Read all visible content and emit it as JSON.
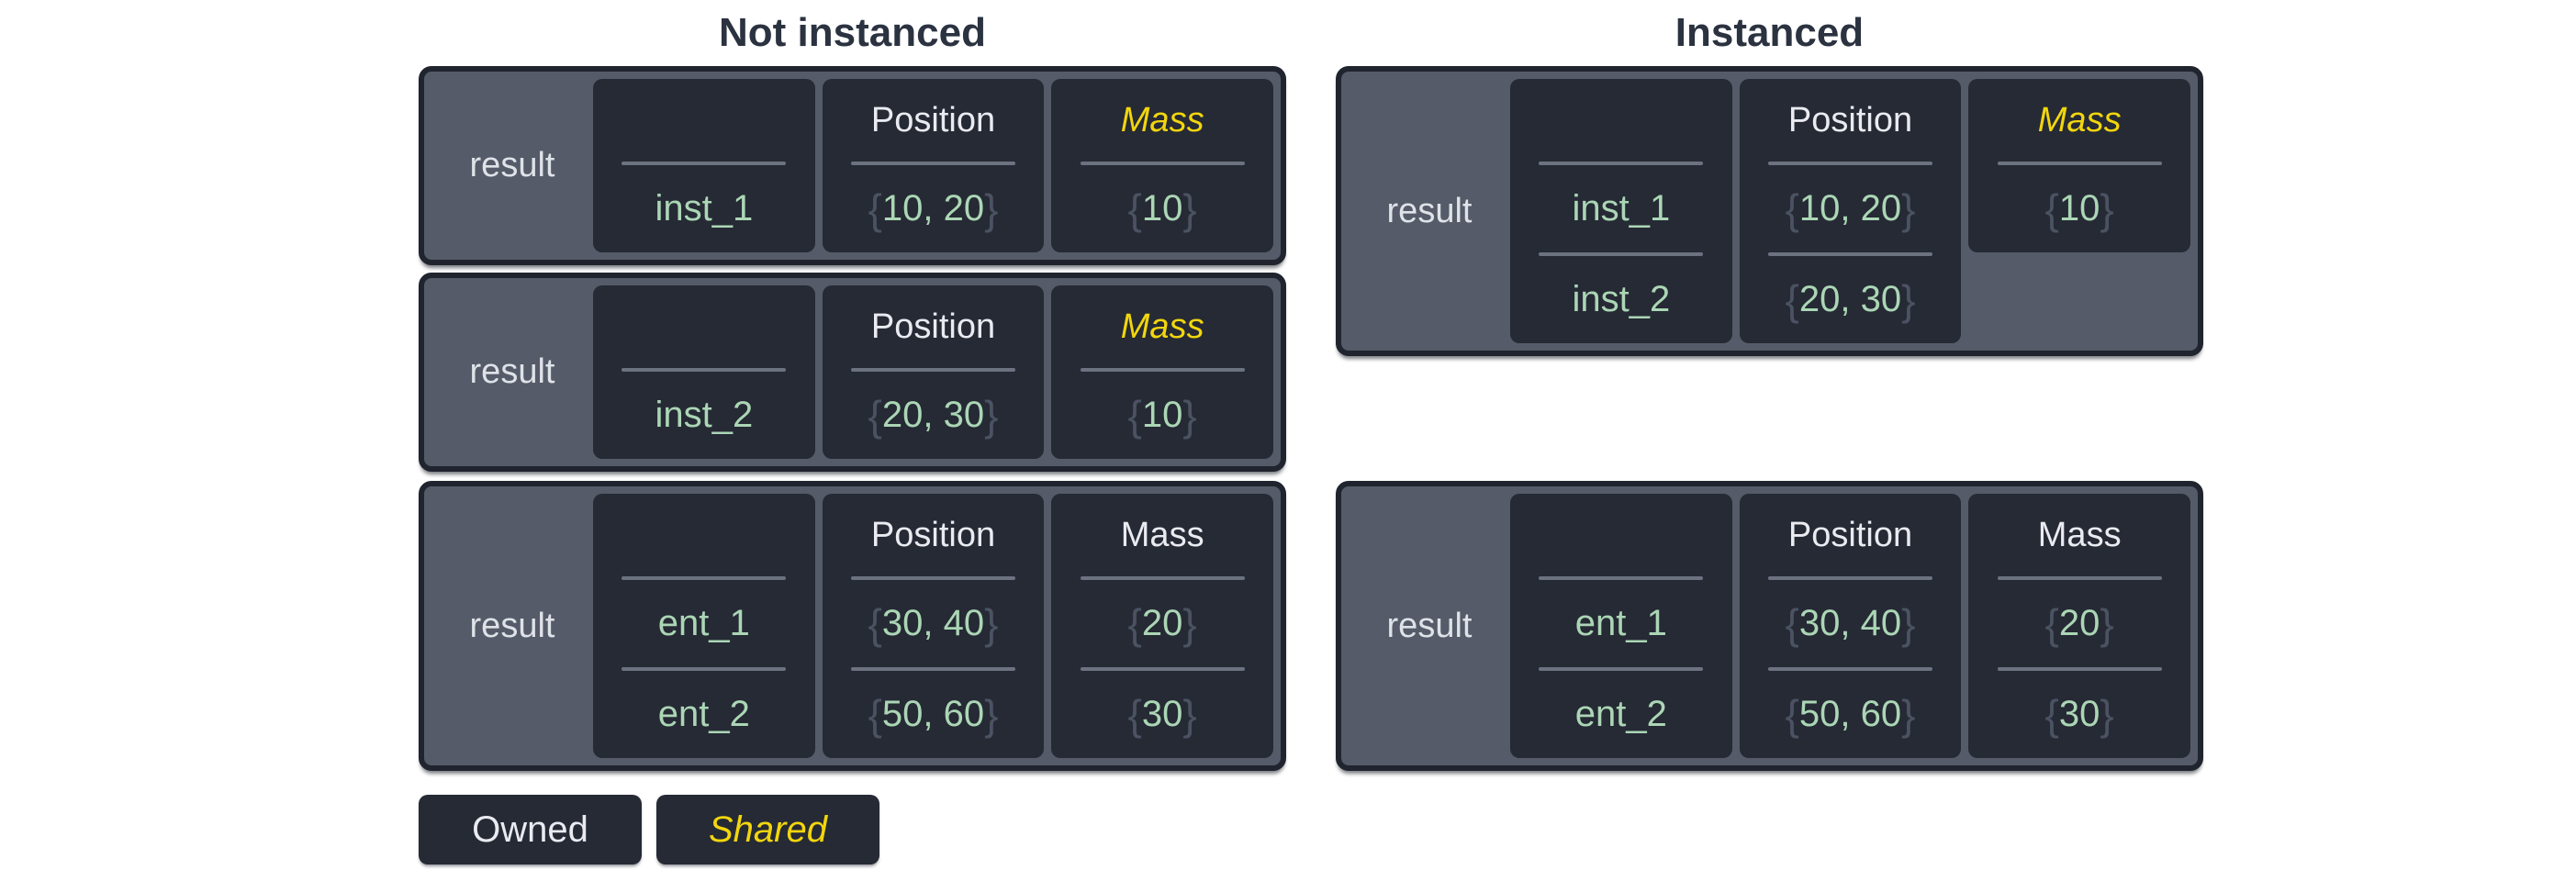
{
  "colors": {
    "bg": "#ffffff",
    "title": "#2b3240",
    "frame": "#555b68",
    "border": "#20242e",
    "cell": "#262a35",
    "divider": "#6c7280",
    "white": "#e9ebf1",
    "text": "#dfe2e8",
    "green": "#abd6b5",
    "brace": "#4b5262",
    "yellow": "#f2d60d"
  },
  "columns": [
    {
      "title": "Not instanced",
      "tables": [
        {
          "result_label": "result",
          "columns": [
            {
              "header": "",
              "style": "owned",
              "rows": [
                {
                  "text": "inst_1"
                }
              ]
            },
            {
              "header": "Position",
              "style": "owned",
              "rows": [
                {
                  "open": "{",
                  "text": "10, 20",
                  "close": "}"
                }
              ]
            },
            {
              "header": "Mass",
              "style": "shared",
              "rows": [
                {
                  "open": "{",
                  "text": "10",
                  "close": "}"
                }
              ]
            }
          ]
        },
        {
          "result_label": "result",
          "columns": [
            {
              "header": "",
              "style": "owned",
              "rows": [
                {
                  "text": "inst_2"
                }
              ]
            },
            {
              "header": "Position",
              "style": "owned",
              "rows": [
                {
                  "open": "{",
                  "text": "20, 30",
                  "close": "}"
                }
              ]
            },
            {
              "header": "Mass",
              "style": "shared",
              "rows": [
                {
                  "open": "{",
                  "text": "10",
                  "close": "}"
                }
              ]
            }
          ]
        },
        {
          "result_label": "result",
          "columns": [
            {
              "header": "",
              "style": "owned",
              "rows": [
                {
                  "text": "ent_1"
                },
                {
                  "text": "ent_2"
                }
              ]
            },
            {
              "header": "Position",
              "style": "owned",
              "rows": [
                {
                  "open": "{",
                  "text": "30, 40",
                  "close": "}"
                },
                {
                  "open": "{",
                  "text": "50, 60",
                  "close": "}"
                }
              ]
            },
            {
              "header": "Mass",
              "style": "owned",
              "rows": [
                {
                  "open": "{",
                  "text": "20",
                  "close": "}"
                },
                {
                  "open": "{",
                  "text": "30",
                  "close": "}"
                }
              ]
            }
          ]
        }
      ]
    },
    {
      "title": "Instanced",
      "tables": [
        {
          "result_label": "result",
          "columns": [
            {
              "header": "",
              "style": "owned",
              "rows": [
                {
                  "text": "inst_1"
                },
                {
                  "text": "inst_2"
                }
              ]
            },
            {
              "header": "Position",
              "style": "owned",
              "rows": [
                {
                  "open": "{",
                  "text": "10, 20",
                  "close": "}"
                },
                {
                  "open": "{",
                  "text": "20, 30",
                  "close": "}"
                }
              ]
            },
            {
              "header": "Mass",
              "style": "shared",
              "rows": [
                {
                  "open": "{",
                  "text": "10",
                  "close": "}"
                }
              ]
            }
          ]
        },
        {
          "result_label": "result",
          "columns": [
            {
              "header": "",
              "style": "owned",
              "rows": [
                {
                  "text": "ent_1"
                },
                {
                  "text": "ent_2"
                }
              ]
            },
            {
              "header": "Position",
              "style": "owned",
              "rows": [
                {
                  "open": "{",
                  "text": "30, 40",
                  "close": "}"
                },
                {
                  "open": "{",
                  "text": "50, 60",
                  "close": "}"
                }
              ]
            },
            {
              "header": "Mass",
              "style": "owned",
              "rows": [
                {
                  "open": "{",
                  "text": "20",
                  "close": "}"
                },
                {
                  "open": "{",
                  "text": "30",
                  "close": "}"
                }
              ]
            }
          ]
        }
      ]
    }
  ],
  "legend": [
    {
      "label": "Owned",
      "style": "owned"
    },
    {
      "label": "Shared",
      "style": "shared"
    }
  ]
}
